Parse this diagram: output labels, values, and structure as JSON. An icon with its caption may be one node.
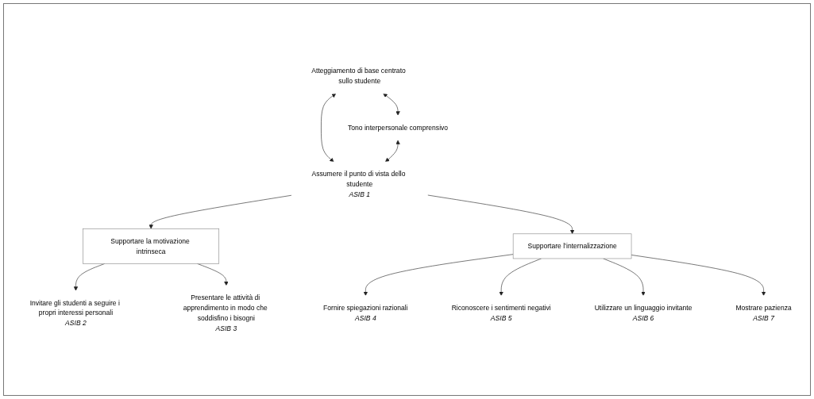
{
  "diagram": {
    "nodes": [
      {
        "text": [
          "Atteggiamento di base centrato sullo studente"
        ]
      },
      {
        "text": [
          "Tono interpersonale comprensivo"
        ]
      },
      {
        "text": [
          "Assumere il punto di vista dello studente",
          "ASIB 1"
        ]
      },
      {
        "text": [
          "Supportare la motivazione intrinseca"
        ]
      },
      {
        "text": [
          "Supportare l’internalizzazione"
        ]
      },
      {
        "text": [
          "Invitare gli studenti a seguire i propri interessi personali",
          "ASIB 2"
        ]
      },
      {
        "text": [
          "Presentare le attività di apprendimento in modo che soddisfino i bisogni",
          "ASIB 3"
        ]
      },
      {
        "text": [
          "Fornire spiegazioni razionali",
          "ASIB 4"
        ]
      },
      {
        "text": [
          "Riconoscere i sentimenti negativi",
          "ASIB 5"
        ]
      },
      {
        "text": [
          "Utilizzare un linguaggio invitante",
          "ASIB 6"
        ]
      },
      {
        "text": [
          "Mostrare pazienza",
          "ASIB 7"
        ]
      }
    ],
    "edges": [
      {
        "from": 0,
        "to": 1,
        "arrow": "both"
      },
      {
        "from": 0,
        "to": 2,
        "arrow": "both"
      },
      {
        "from": 1,
        "to": 2,
        "arrow": "both"
      },
      {
        "from": 2,
        "to": 3,
        "arrow": "to"
      },
      {
        "from": 2,
        "to": 4,
        "arrow": "to"
      },
      {
        "from": 3,
        "to": 5,
        "arrow": "to"
      },
      {
        "from": 3,
        "to": 6,
        "arrow": "to"
      },
      {
        "from": 4,
        "to": 7,
        "arrow": "to"
      },
      {
        "from": 4,
        "to": 8,
        "arrow": "to"
      },
      {
        "from": 4,
        "to": 9,
        "arrow": "to"
      },
      {
        "from": 4,
        "to": 10,
        "arrow": "to"
      }
    ]
  }
}
